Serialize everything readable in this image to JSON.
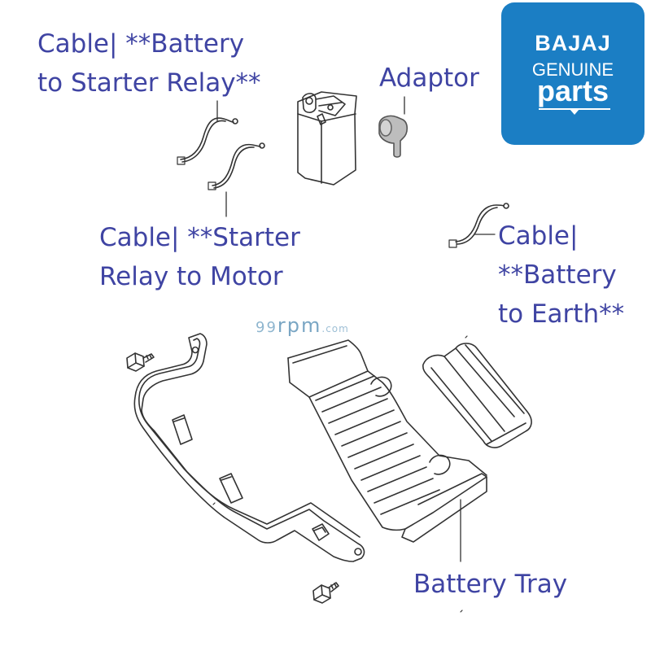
{
  "labels": {
    "cable_battery_starter": [
      "Cable| **Battery",
      "to Starter Relay**"
    ],
    "adaptor": "Adaptor",
    "cable_starter_motor": [
      "Cable| **Starter",
      "Relay to Motor"
    ],
    "cable_battery_earth": [
      "Cable|",
      "**Battery",
      "to Earth**"
    ],
    "battery_tray": "Battery Tray"
  },
  "logo": {
    "brand": "BAJAJ",
    "genuine": "GENUINE",
    "parts": "parts",
    "color": "#1b7ec4"
  },
  "watermark": {
    "prefix": "99",
    "main": "rpm",
    "suffix": ".com"
  },
  "colors": {
    "label": "#3f44a3",
    "line_art": "#333333"
  }
}
